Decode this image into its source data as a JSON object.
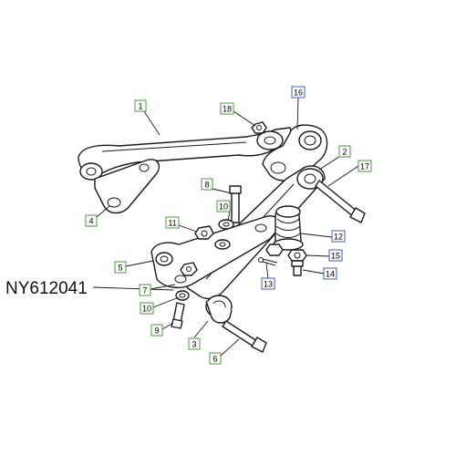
{
  "part_number": "NY612041",
  "colors": {
    "green_box": "#4a9a3a",
    "blue_box": "#3f5fb0",
    "line": "#1a1a1a"
  },
  "callouts": [
    {
      "id": "c1",
      "label": "1",
      "color": "green"
    },
    {
      "id": "c2",
      "label": "2",
      "color": "green"
    },
    {
      "id": "c3",
      "label": "3",
      "color": "green"
    },
    {
      "id": "c4",
      "label": "4",
      "color": "green"
    },
    {
      "id": "c5",
      "label": "5",
      "color": "green"
    },
    {
      "id": "c6",
      "label": "6",
      "color": "green"
    },
    {
      "id": "c7",
      "label": "7",
      "color": "green"
    },
    {
      "id": "c8",
      "label": "8",
      "color": "green"
    },
    {
      "id": "c9",
      "label": "9",
      "color": "green"
    },
    {
      "id": "c10a",
      "label": "10",
      "color": "green"
    },
    {
      "id": "c10b",
      "label": "10",
      "color": "green"
    },
    {
      "id": "c11",
      "label": "11",
      "color": "green"
    },
    {
      "id": "c12",
      "label": "12",
      "color": "blue"
    },
    {
      "id": "c13",
      "label": "13",
      "color": "blue"
    },
    {
      "id": "c14",
      "label": "14",
      "color": "blue"
    },
    {
      "id": "c15",
      "label": "15",
      "color": "blue"
    },
    {
      "id": "c16",
      "label": "16",
      "color": "blue"
    },
    {
      "id": "c17",
      "label": "17",
      "color": "green"
    },
    {
      "id": "c18",
      "label": "18",
      "color": "green"
    }
  ]
}
